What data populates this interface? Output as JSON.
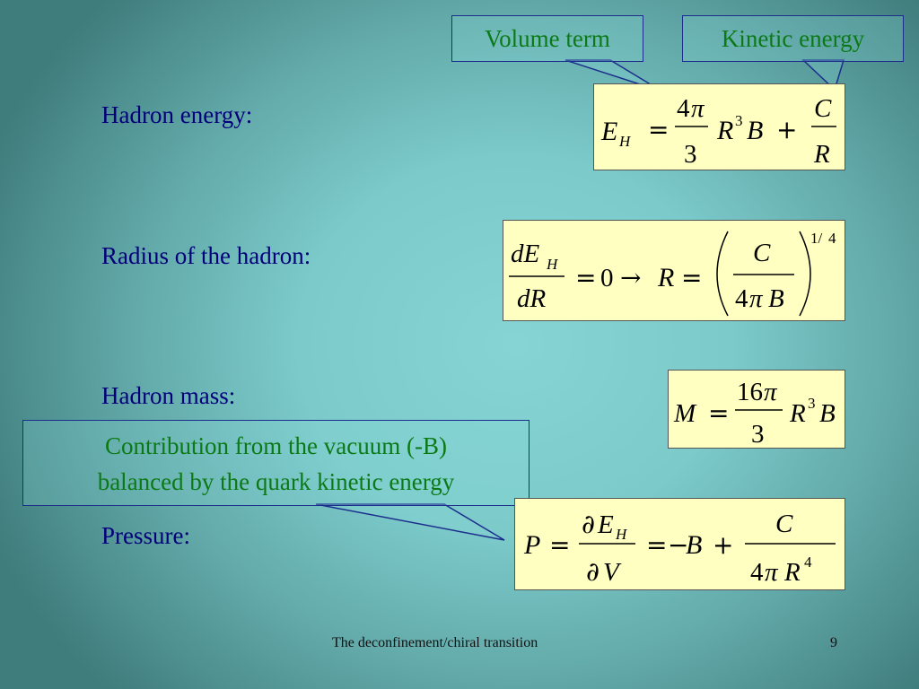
{
  "slide": {
    "labels": {
      "hadron_energy": "Hadron energy:",
      "radius": "Radius of the hadron:",
      "mass": "Hadron mass:",
      "pressure": "Pressure:"
    },
    "callouts": {
      "volume_term": "Volume term",
      "kinetic_energy": "Kinetic energy",
      "vacuum_line1": "Contribution from the vacuum (-B)",
      "vacuum_line2": "balanced by the quark kinetic energy"
    },
    "footer": {
      "title": "The deconfinement/chiral transition",
      "page_number": "9"
    },
    "colors": {
      "label_text": "#00007a",
      "callout_text": "#0b7a16",
      "callout_border": "#1c2e8c",
      "formula_background": "#ffffc2"
    }
  }
}
